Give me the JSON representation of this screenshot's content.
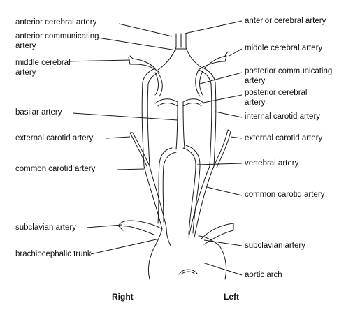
{
  "labels": {
    "left_aca": "anterior cerebral artery",
    "left_acom_1": "anterior communicating",
    "left_acom_2": "artery",
    "left_mca_1": "middle cerebral",
    "left_mca_2": "artery",
    "left_basilar": "basilar artery",
    "left_eca": "external carotid artery",
    "left_cca": "common carotid artery",
    "left_subclavian": "subclavian artery",
    "left_brachio": "brachiocephalic trunk",
    "right_aca": "anterior cerebral artery",
    "right_mca": "middle cerebral artery",
    "right_pcom_1": "posterior communicating",
    "right_pcom_2": "artery",
    "right_pca_1": "posterior cerebral",
    "right_pca_2": "artery",
    "right_ica": "internal carotid artery",
    "right_eca": "external carotid artery",
    "right_vert": "vertebral artery",
    "right_cca": "common carotid artery",
    "right_subclavian": "subclavian artery",
    "right_arch": "aortic arch"
  },
  "sides": {
    "right": "Right",
    "left": "Left"
  }
}
